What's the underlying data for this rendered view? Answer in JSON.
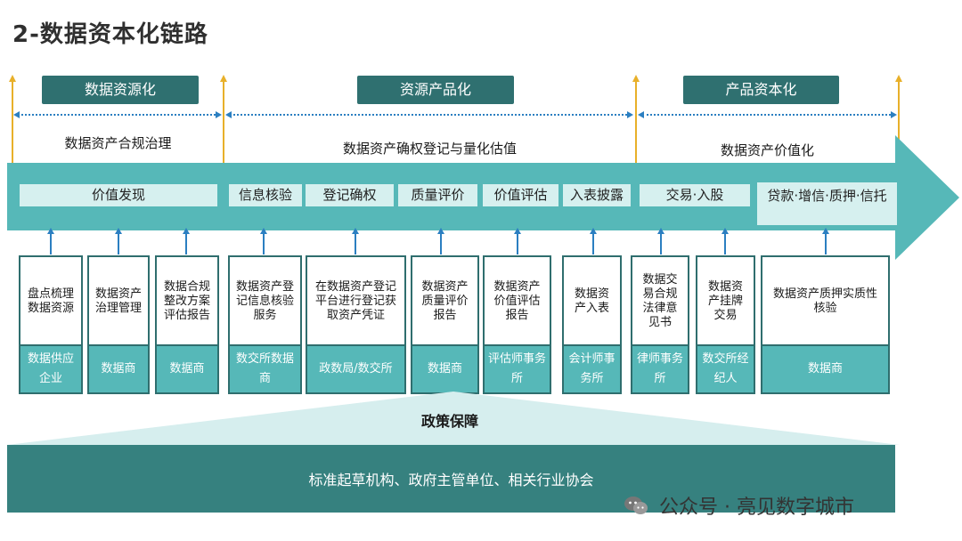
{
  "title": "2-数据资本化链路",
  "phases": [
    {
      "label": "数据资源化",
      "subtitle": "数据资产合规治理"
    },
    {
      "label": "资源产品化",
      "subtitle": "数据资产确权登记与量化估值"
    },
    {
      "label": "产品资本化",
      "subtitle": "数据资产价值化"
    }
  ],
  "steps": [
    "价值发现",
    "信息核验",
    "登记确权",
    "质量评价",
    "价值评估",
    "入表披露",
    "交易·入股",
    "贷款·增信·质押·信托"
  ],
  "cards": [
    {
      "top": "盘点梳理数据资源",
      "bottom": "数据供应企业"
    },
    {
      "top": "数据资产治理管理",
      "bottom": "数据商"
    },
    {
      "top": "数据合规整改方案评估报告",
      "bottom": "数据商"
    },
    {
      "top": "数据资产登记信息核验服务",
      "bottom": "数交所数据商"
    },
    {
      "top": "在数据资产登记平台进行登记获取资产凭证",
      "bottom": "政数局/数交所"
    },
    {
      "top": "数据资产质量评价报告",
      "bottom": "数据商"
    },
    {
      "top": "数据资产价值评估报告",
      "bottom": "评估师事务所"
    },
    {
      "top": "数据资产入表",
      "bottom": "会计师事务所"
    },
    {
      "top": "数据交易合规法律意见书",
      "bottom": "律师事务所"
    },
    {
      "top": "数据资产挂牌交易",
      "bottom": "数交所经纪人"
    },
    {
      "top": "数据资产质押实质性核验",
      "bottom": "数据商"
    }
  ],
  "policy": {
    "label": "政策保障",
    "body": "标准起草机构、政府主管单位、相关行业协会"
  },
  "watermark": "公众号 · 亮见数字城市",
  "colors": {
    "teal_dark": "#2f7070",
    "teal": "#56b8b8",
    "teal_light": "#d6f0ef",
    "gold": "#e8b02a",
    "blue": "#2b7fc1"
  }
}
